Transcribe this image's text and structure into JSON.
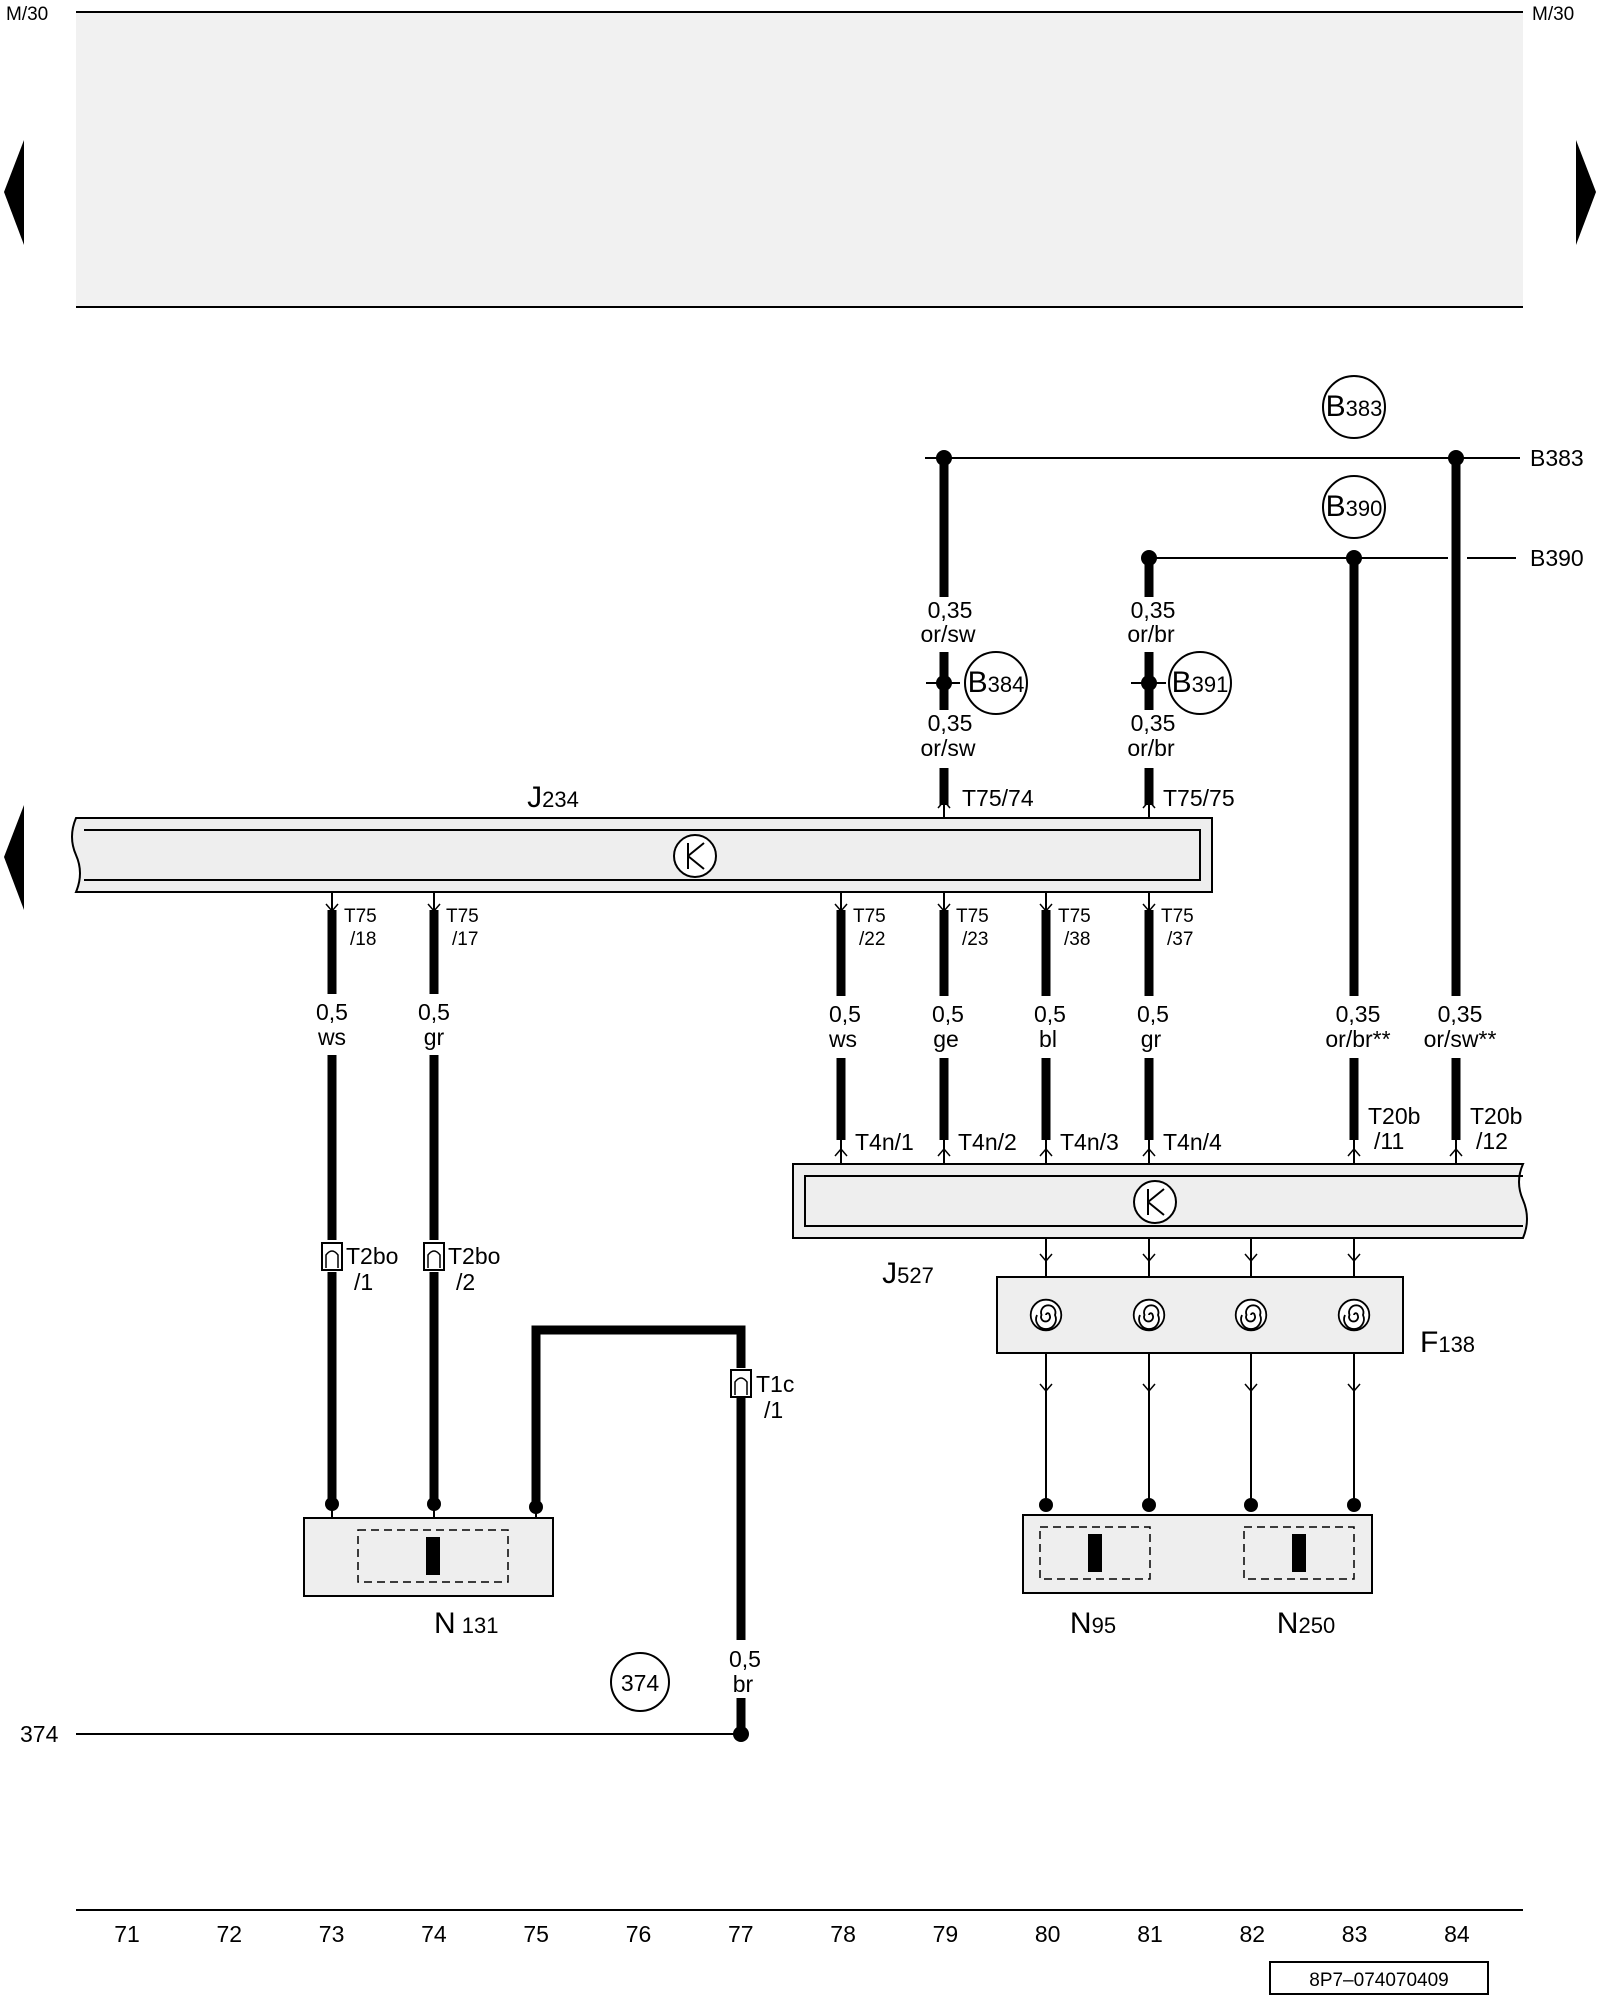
{
  "sheet": {
    "page_ref_left": "M/30",
    "page_ref_right": "M/30",
    "doc_number": "8P7–074070409",
    "columns": [
      "71",
      "72",
      "73",
      "74",
      "75",
      "76",
      "77",
      "78",
      "79",
      "80",
      "81",
      "82",
      "83",
      "84"
    ]
  },
  "components": {
    "j234": {
      "main": "J",
      "sub": "234"
    },
    "j527": {
      "main": "J",
      "sub": "527"
    },
    "f138": {
      "main": "F",
      "sub": "138"
    },
    "n131": {
      "main": "N",
      "sub": " 131"
    },
    "n95": {
      "main": "N",
      "sub": "95"
    },
    "n250": {
      "main": "N",
      "sub": "250"
    }
  },
  "connections": {
    "b383": {
      "main": "B",
      "sub": "383",
      "edge": "B383"
    },
    "b390": {
      "main": "B",
      "sub": "390",
      "edge": "B390"
    },
    "b384": {
      "main": "B",
      "sub": "384"
    },
    "b391": {
      "main": "B",
      "sub": "391"
    },
    "c374": {
      "label": "374",
      "edge": "374"
    }
  },
  "pins": {
    "t75_74": "T75/74",
    "t75_75": "T75/75",
    "t75_18": [
      "T75",
      "/18"
    ],
    "t75_17": [
      "T75",
      "/17"
    ],
    "t75_22": [
      "T75",
      "/22"
    ],
    "t75_23": [
      "T75",
      "/23"
    ],
    "t75_38": [
      "T75",
      "/38"
    ],
    "t75_37": [
      "T75",
      "/37"
    ],
    "t4n_1": "T4n/1",
    "t4n_2": "T4n/2",
    "t4n_3": "T4n/3",
    "t4n_4": "T4n/4",
    "t20b_11": [
      "T20b",
      "/11"
    ],
    "t20b_12": [
      "T20b",
      "/12"
    ],
    "t2bo_1": [
      "T2bo",
      "/1"
    ],
    "t2bo_2": [
      "T2bo",
      "/2"
    ],
    "t1c_1": [
      "T1c",
      "/1"
    ]
  },
  "wires": {
    "w79_top": [
      "0,35",
      "or/sw"
    ],
    "w79_mid": [
      "0,35",
      "or/sw"
    ],
    "w81_top": [
      "0,35",
      "or/br"
    ],
    "w81_mid": [
      "0,35",
      "or/br"
    ],
    "w73": [
      "0,5",
      "ws"
    ],
    "w74": [
      "0,5",
      "gr"
    ],
    "w78": [
      "0,5",
      "ws"
    ],
    "w79": [
      "0,5",
      "ge"
    ],
    "w80": [
      "0,5",
      "bl"
    ],
    "w81": [
      "0,5",
      "gr"
    ],
    "w83": [
      "0,35",
      "or/br**"
    ],
    "w84": [
      "0,35",
      "or/sw**"
    ],
    "w77": [
      "0,5",
      "br"
    ]
  }
}
